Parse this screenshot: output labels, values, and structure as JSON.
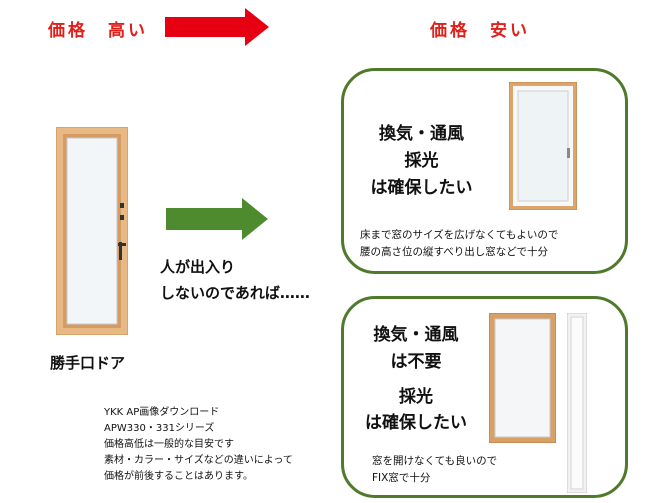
{
  "header": {
    "left_label": "価格　高い",
    "right_label": "価格　安い"
  },
  "door": {
    "label": "勝手口ドア"
  },
  "middle": {
    "line1": "人が出入り",
    "line2": "しないのであれば……"
  },
  "panel_top": {
    "line1": "換気・通風",
    "line2": "採光",
    "line3": "は確保したい",
    "desc1": "床まで窓のサイズを広げなくてもよいので",
    "desc2": "腰の高さ位の縦すべり出し窓などで十分"
  },
  "panel_bottom": {
    "line1": "換気・通風",
    "line2": "は不要",
    "line3": "採光",
    "line4": "は確保したい",
    "desc1": "窓を開けなくても良いので",
    "desc2": "FIX窓で十分"
  },
  "notes": [
    "YKK AP画像ダウンロード",
    "APW330・331シリーズ",
    "価格高低は一般的な目安です",
    "素材・カラー・サイズなどの違いによって",
    "価格が前後することはあります。"
  ],
  "colors": {
    "price_red": "#e0201b",
    "arrow_red": "#e60012",
    "arrow_green": "#4e8a2e",
    "panel_border": "#4f7a2c",
    "wood": "#e2b27a"
  }
}
